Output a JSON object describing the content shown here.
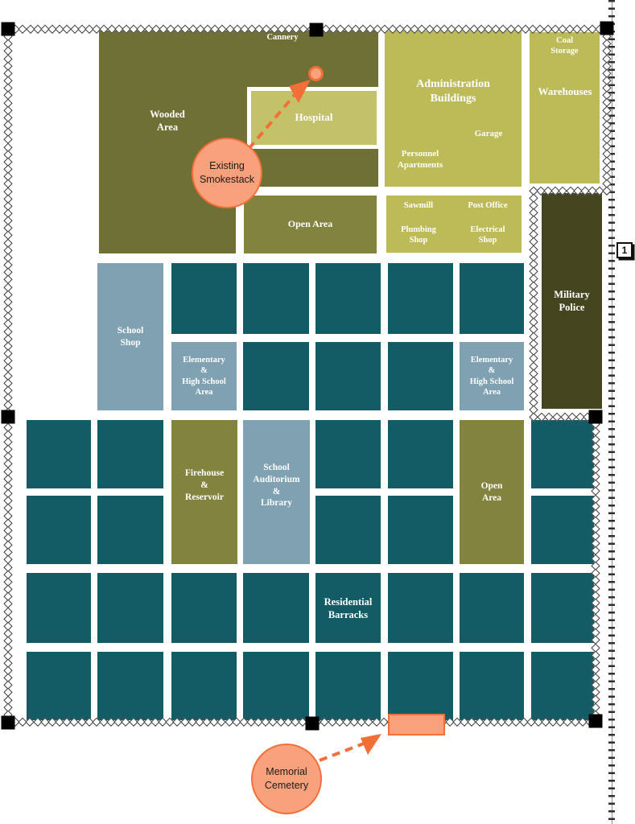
{
  "map": {
    "zones": {
      "wooded": "Wooded\nArea",
      "cannery": "Cannery",
      "hospital": "Hospital",
      "open_area_top": "Open Area",
      "administration": "Administration\nBuildings",
      "garage": "Garage",
      "personnel_apartments": "Personnel\nApartments",
      "coal_storage": "Coal\nStorage",
      "warehouses": "Warehouses",
      "sawmill": "Sawmill",
      "post_office": "Post Office",
      "plumbing_shop": "Plumbing\nShop",
      "electrical_shop": "Electrical\nShop",
      "military_police": "Military\nPolice",
      "school_shop": "School\nShop",
      "elementary_high_school": "Elementary\n&\nHigh School\nArea",
      "firehouse_reservoir": "Firehouse\n&\nReservoir",
      "school_auditorium_library": "School\nAuditorium\n&\nLibrary",
      "open_area_mid": "Open\nArea",
      "residential_barracks": "Residential\nBarracks"
    },
    "callouts": {
      "existing_smokestack": "Existing\nSmokestack",
      "memorial_cemetery": "Memorial\nCemetery"
    },
    "page_marker": "1",
    "colors": {
      "olive": "#6E7036",
      "olive_light": "#82833E",
      "chartreuse": "#BDBB58",
      "hospital_fill": "#C3C169",
      "dark_olive": "#454520",
      "teal": "#135C66",
      "blue_gray": "#7FA1B2",
      "orange_fill": "#F9A17D",
      "orange_stroke": "#F26F38"
    }
  }
}
